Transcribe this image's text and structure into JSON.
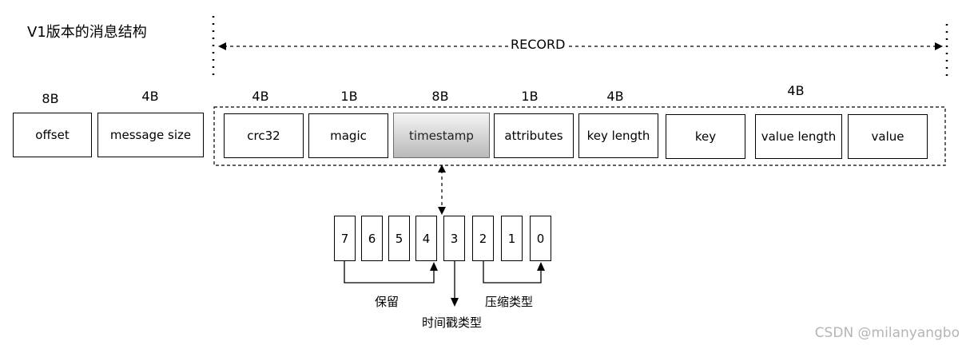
{
  "title": "V1版本的消息结构",
  "record_label": "RECORD",
  "fields": [
    {
      "label": "offset",
      "size": "8B"
    },
    {
      "label": "message size",
      "size": "4B"
    },
    {
      "label": "crc32",
      "size": "4B"
    },
    {
      "label": "magic",
      "size": "1B"
    },
    {
      "label": "timestamp",
      "size": "8B"
    },
    {
      "label": "attributes",
      "size": "1B"
    },
    {
      "label": "key length",
      "size": "4B"
    },
    {
      "label": "key",
      "size": ""
    },
    {
      "label": "value length",
      "size": "4B"
    },
    {
      "label": "value",
      "size": ""
    }
  ],
  "bits": [
    "7",
    "6",
    "5",
    "4",
    "3",
    "2",
    "1",
    "0"
  ],
  "bit_labels": {
    "reserved": "保留",
    "timestamp_type": "时间戳类型",
    "compression_type": "压缩类型"
  },
  "watermark": "CSDN @milanyangbo"
}
